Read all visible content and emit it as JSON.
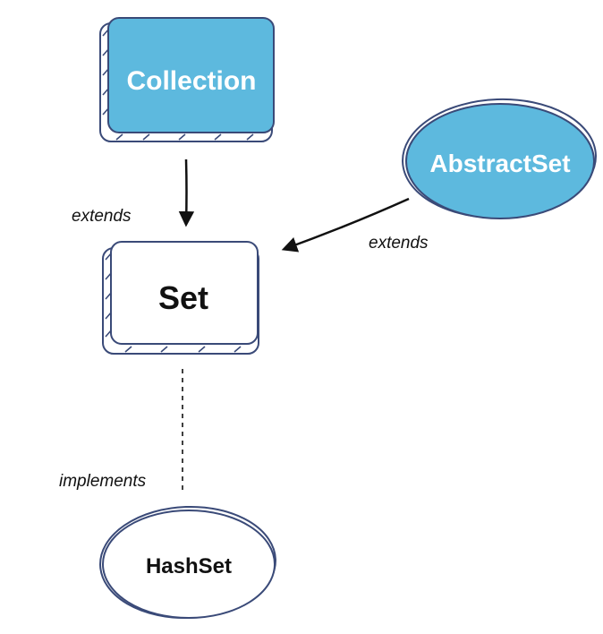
{
  "nodes": {
    "collection": {
      "label": "Collection",
      "fill": "#5db9de"
    },
    "set": {
      "label": "Set",
      "fill": "#ffffff"
    },
    "abstract_set": {
      "label": "AbstractSet",
      "fill": "#5db9de"
    },
    "hash_set": {
      "label": "HashSet",
      "fill": "#ffffff"
    }
  },
  "edges": {
    "collection_to_set": {
      "label": "extends"
    },
    "abstractset_to_set": {
      "label": "extends"
    },
    "set_to_hashset": {
      "label": "implements"
    }
  },
  "colors": {
    "outline": "#3a4a78",
    "arrow": "#111111",
    "text_dark": "#111111",
    "text_light": "#ffffff"
  }
}
